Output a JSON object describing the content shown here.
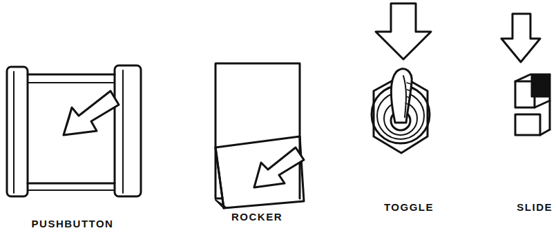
{
  "diagram": {
    "labels": [
      "PUSHBUTTON",
      "ROCKER",
      "TOGGLE",
      "SLIDE"
    ]
  }
}
